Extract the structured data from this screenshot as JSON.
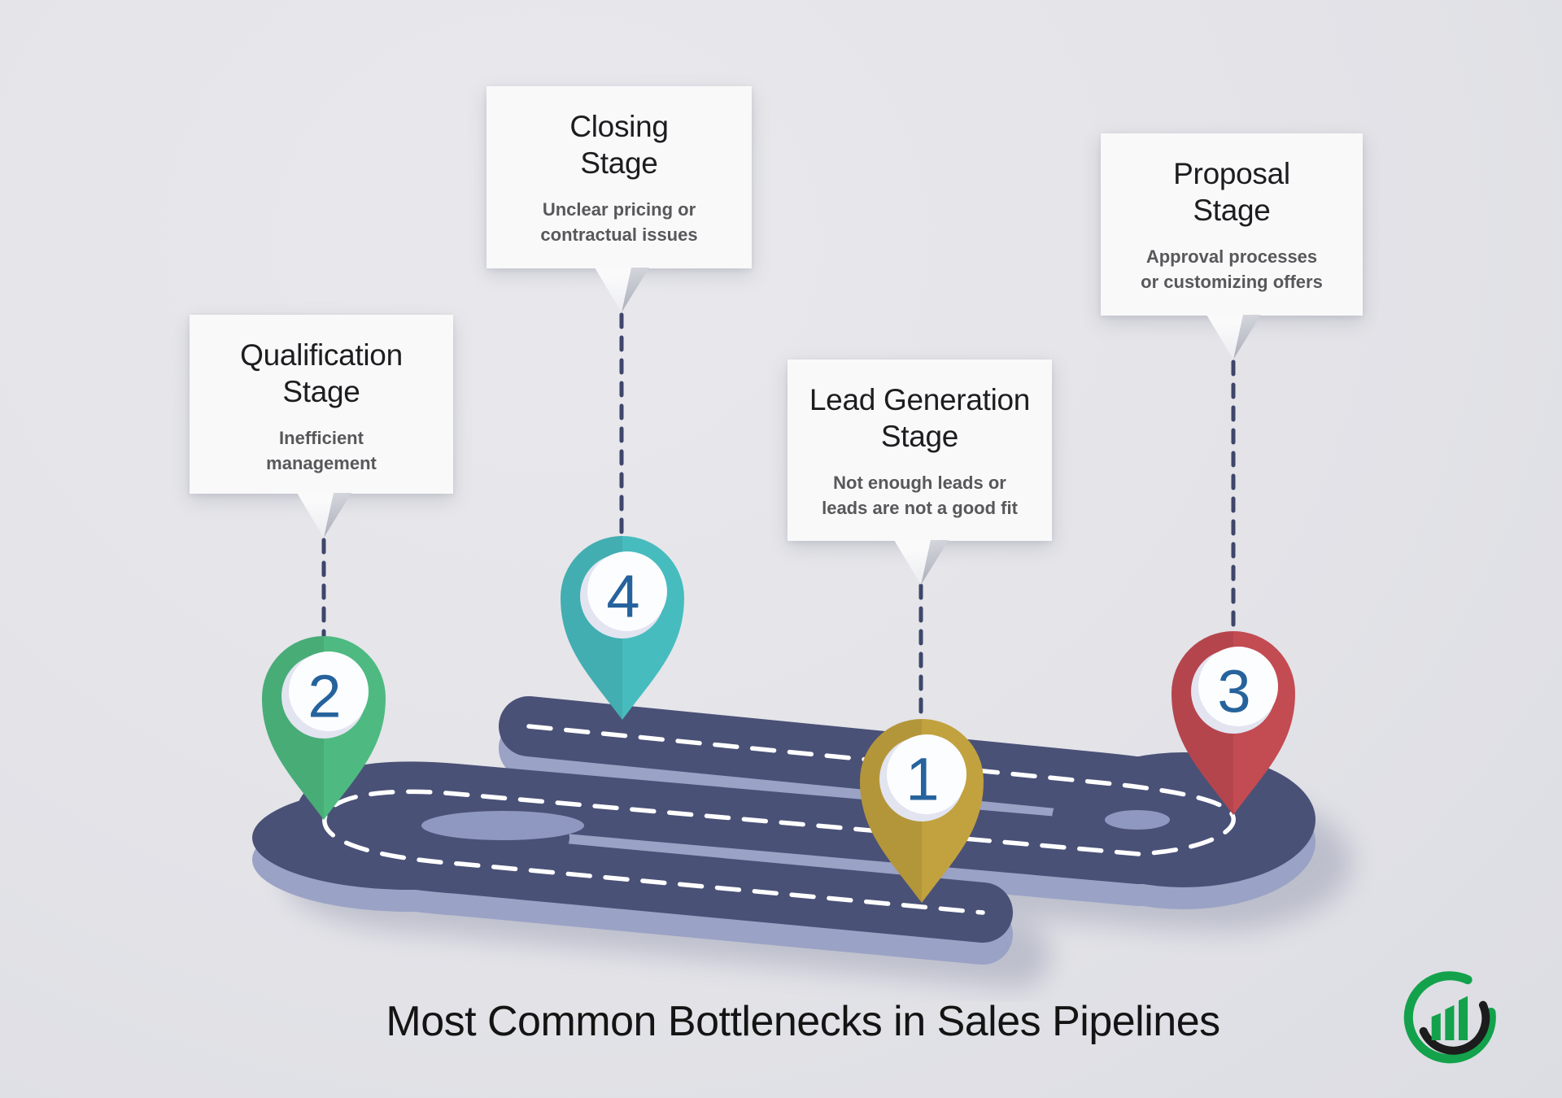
{
  "title": "Most Common Bottlenecks in Sales Pipelines",
  "colors": {
    "bg_light": "#e9e9ed",
    "bg_mid": "#e3e3e8",
    "bg_dark": "#dcdde3",
    "road_surface": "#4a5177",
    "road_side": "#9aa2c5",
    "road_inner_side": "#8f98c0",
    "road_dash": "#ffffff",
    "leader_line": "#3e466a",
    "box_bg": "#f9f9fa",
    "heading_text": "#1d1d20",
    "body_text": "#58585b",
    "pin_number": "#26639c",
    "pin_circle": "#fcfdff",
    "pin_circle_shade": "#e2e4f0",
    "title_text": "#141414",
    "logo_green": "#13a24b",
    "logo_black": "#1c1c1c"
  },
  "stages": [
    {
      "number": "1",
      "name": "Lead Generation\nStage",
      "issue": "Not enough leads or\nleads are not a good fit",
      "pin_color": "#c2a23f"
    },
    {
      "number": "2",
      "name": "Qualification\nStage",
      "issue": "Inefficient\nmanagement",
      "pin_color": "#4eba81"
    },
    {
      "number": "3",
      "name": "Proposal\nStage",
      "issue": "Approval processes\nor customizing offers",
      "pin_color": "#c34b52"
    },
    {
      "number": "4",
      "name": "Closing\nStage",
      "issue": "Unclear pricing or\ncontractual issues",
      "pin_color": "#47bcbf"
    }
  ],
  "logo": {
    "name": "growth-chart-logo"
  }
}
